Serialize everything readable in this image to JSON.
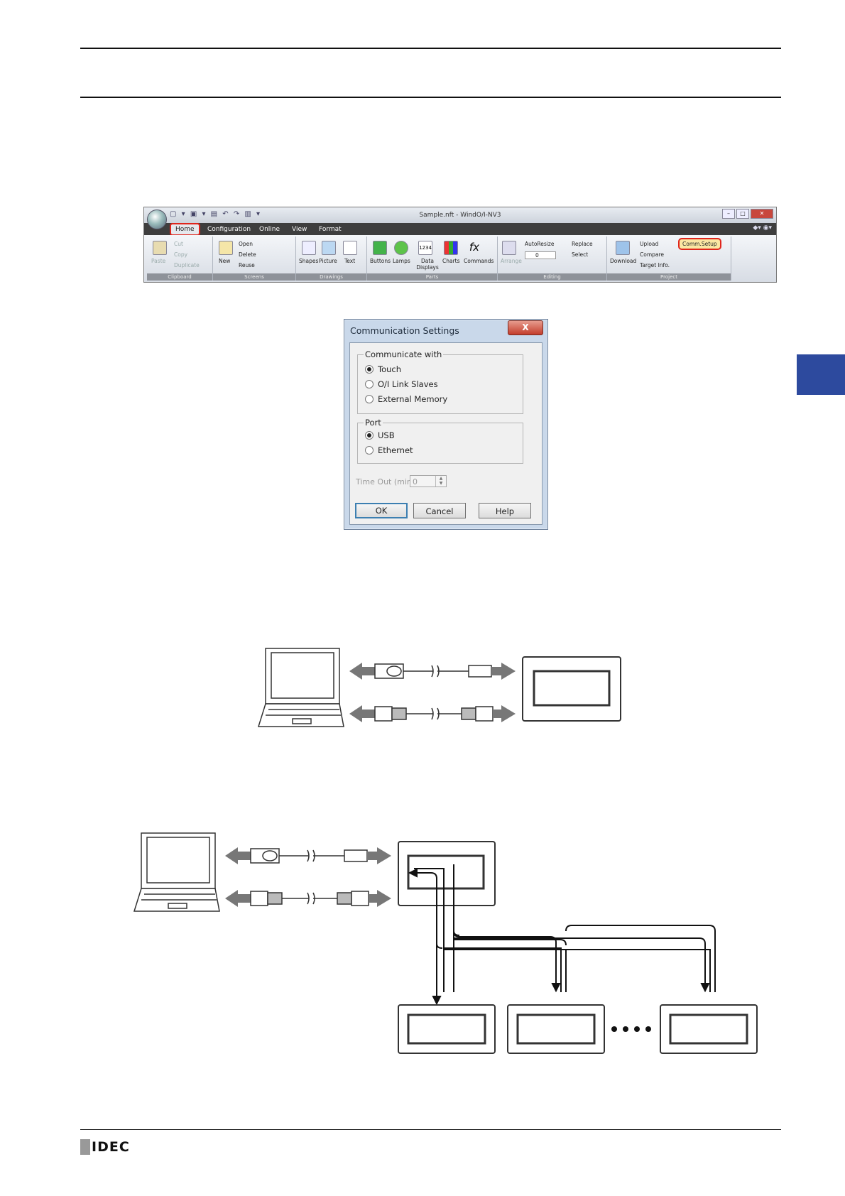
{
  "ribbon": {
    "window_title": "Sample.nft - WindO/I-NV3",
    "tabs": [
      "Home",
      "Configuration",
      "Online",
      "View",
      "Format"
    ],
    "clipboard": {
      "paste": "Paste",
      "cut": "Cut",
      "copy": "Copy",
      "duplicate": "Duplicate",
      "group": "Clipboard"
    },
    "screens": {
      "new": "New",
      "open": "Open",
      "delete": "Delete",
      "reuse": "Reuse",
      "group": "Screens"
    },
    "drawings": {
      "shapes": "Shapes",
      "picture": "Picture",
      "text": "Text",
      "group": "Drawings"
    },
    "parts": {
      "buttons": "Buttons",
      "lamps": "Lamps",
      "data_displays": "Data Displays",
      "data_display_icon": "1234",
      "charts": "Charts",
      "commands": "Commands",
      "commands_icon": "fx",
      "group": "Parts"
    },
    "editing": {
      "arrange": "Arrange",
      "autoresize": "AutoResize",
      "value": "0",
      "replace": "Replace",
      "select": "Select",
      "group": "Editing"
    },
    "project": {
      "download": "Download",
      "upload": "Upload",
      "compare": "Compare",
      "target_info": "Target Info.",
      "comm_setup": "Comm.Setup",
      "group": "Project"
    }
  },
  "dialog": {
    "title": "Communication Settings",
    "close_glyph": "X",
    "communicate_with": {
      "legend": "Communicate with",
      "options": [
        "Touch",
        "O/I Link Slaves",
        "External Memory"
      ],
      "selected": "Touch"
    },
    "port": {
      "legend": "Port",
      "options": [
        "USB",
        "Ethernet"
      ],
      "selected": "USB"
    },
    "timeout_label": "Time Out (min):",
    "timeout_value": "0",
    "buttons": {
      "ok": "OK",
      "cancel": "Cancel",
      "help": "Help"
    }
  },
  "footer": {
    "logo": "IDEC"
  },
  "colors": {
    "side_tab": "#2d4a9e",
    "highlight": "#e0251c"
  }
}
